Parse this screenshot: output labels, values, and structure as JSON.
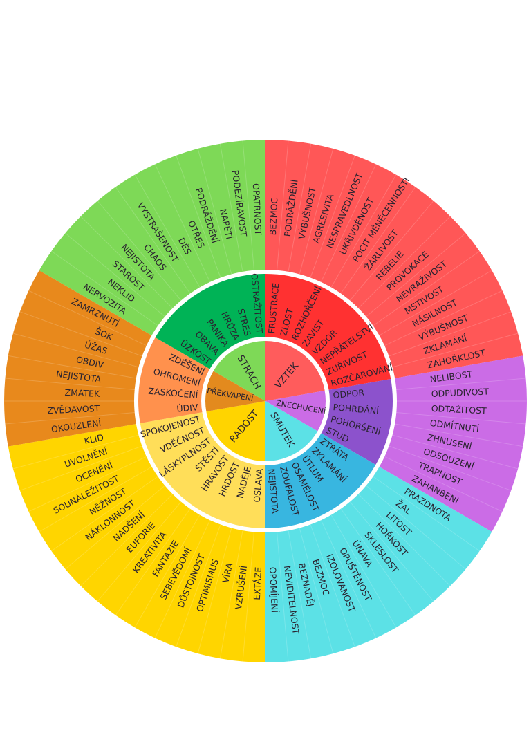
{
  "wheel": {
    "categories": [
      {
        "label": "VZTEK",
        "colors": {
          "core": "#FF5C5C",
          "middle": "#FF3131",
          "outer": "#FF5757"
        },
        "middle": [
          "FRUSTRACE",
          "ZLOST",
          "ROZHOŘČENÍ",
          "ZÁVIST",
          "VZDOR",
          "NEPŘÁTELSTVÍ",
          "ZUŘIVOST",
          "ROZČAROVÁNÍ"
        ],
        "outer": [
          "BEZMOC",
          "PODRÁŽDĚNÍ",
          "VÝBUŠNOST",
          "AGRESIVITA",
          "NESPRAVEDLNOST",
          "UKŘIVDĚNOST",
          "POCIT MÉNĚCENNOSTI",
          "ŽÁRLIVOST",
          "REBELIE",
          "PROVOKACE",
          "NEVRAŽIVOST",
          "MSTIVOST",
          "NÁSILNOST",
          "VÝBUŠNOST",
          "ZKLAMÁNÍ",
          "ZAHOŘKLOST"
        ]
      },
      {
        "label": "ZNECHUCENÍ",
        "colors": {
          "core": "#CB6CE6",
          "middle": "#8C52CC",
          "outer": "#CB6CE6"
        },
        "middle": [
          "ODPOR",
          "POHRDÁNÍ",
          "POHORŠENÍ",
          "STUD"
        ],
        "outer": [
          "NELIBOST",
          "ODPUDIVOST",
          "ODTAŽITOST",
          "ODMÍTNUTÍ",
          "ZHNUSENÍ",
          "ODSOUZENÍ",
          "TRAPNOST",
          "ZAHANBENÍ"
        ]
      },
      {
        "label": "SMUTEK",
        "colors": {
          "core": "#5CE1E6",
          "middle": "#38B6E0",
          "outer": "#5CE1E6"
        },
        "middle": [
          "ZTRÁTA",
          "ZKLAMÁNÍ",
          "ÚTLUM",
          "OSAMĚLOST",
          "ZOUFALOST",
          "NEJISTOTA"
        ],
        "outer": [
          "PRÁZDNOTA",
          "ŽAL",
          "LÍTOST",
          "HOŘKOST",
          "SKLESLOST",
          "ÚNAVA",
          "OPUŠTĚNOST",
          "IZOLOVANOST",
          "BEZMOC",
          "BEZNADĚJ",
          "NEVIDITELNOST",
          "OPOMÍJENÍ"
        ]
      },
      {
        "label": "RADOST",
        "colors": {
          "core": "#FFD400",
          "middle": "#FFDE59",
          "outer": "#FFD500"
        },
        "middle": [
          "OSLAVA",
          "NADĚJE",
          "HRDOST",
          "HRAVOST",
          "ŠTĚSTÍ",
          "LÁSKYPLNOST",
          "VDĚČNOST",
          "SPOKOJENOST"
        ],
        "outer": [
          "EXTÁZE",
          "VZRUŠENÍ",
          "VÍRA",
          "OPTIMISMUS",
          "DŮSTOJNOST",
          "SEBEVĚDOMÍ",
          "FANTAZIE",
          "KREATIVITA",
          "EUFORIE",
          "NADŠENÍ",
          "NÁKLONNOST",
          "NĚŽNOST",
          "SOUNÁLEŽITOST",
          "OCENĚNÍ",
          "UVOLNĚNÍ",
          "KLID"
        ]
      },
      {
        "label": "PŘEKVAPENÍ",
        "colors": {
          "core": "#E38A1E",
          "middle": "#FF914D",
          "outer": "#E8891C"
        },
        "middle": [
          "ÚDIV",
          "ZASKOČENÍ",
          "OHROMENÍ",
          "ZDĚŠENÍ"
        ],
        "outer": [
          "OKOUZLENÍ",
          "ZVĚDAVOST",
          "ZMATEK",
          "NEJISTOTA",
          "OBDIV",
          "ÚŽAS",
          "ŠOK",
          "ZAMRZNUTÍ"
        ]
      },
      {
        "label": "STRACH",
        "colors": {
          "core": "#7ED957",
          "middle": "#00B356",
          "outer": "#7ED957"
        },
        "middle": [
          "ÚZKOST",
          "OBAVA",
          "PANIKA",
          "HRŮZA",
          "STRES",
          "OSTRAŽITOST"
        ],
        "outer": [
          "NERVOZITA",
          "NEKLID",
          "STAROST",
          "NEJISTOTA",
          "CHAOS",
          "VYSTRAŠENOST",
          "DĚS",
          "OTŘES",
          "PODRÁŽDĚNÍ",
          "NAPĚTÍ",
          "PODEZÍRAVOST",
          "OPATRNOST"
        ]
      }
    ]
  }
}
